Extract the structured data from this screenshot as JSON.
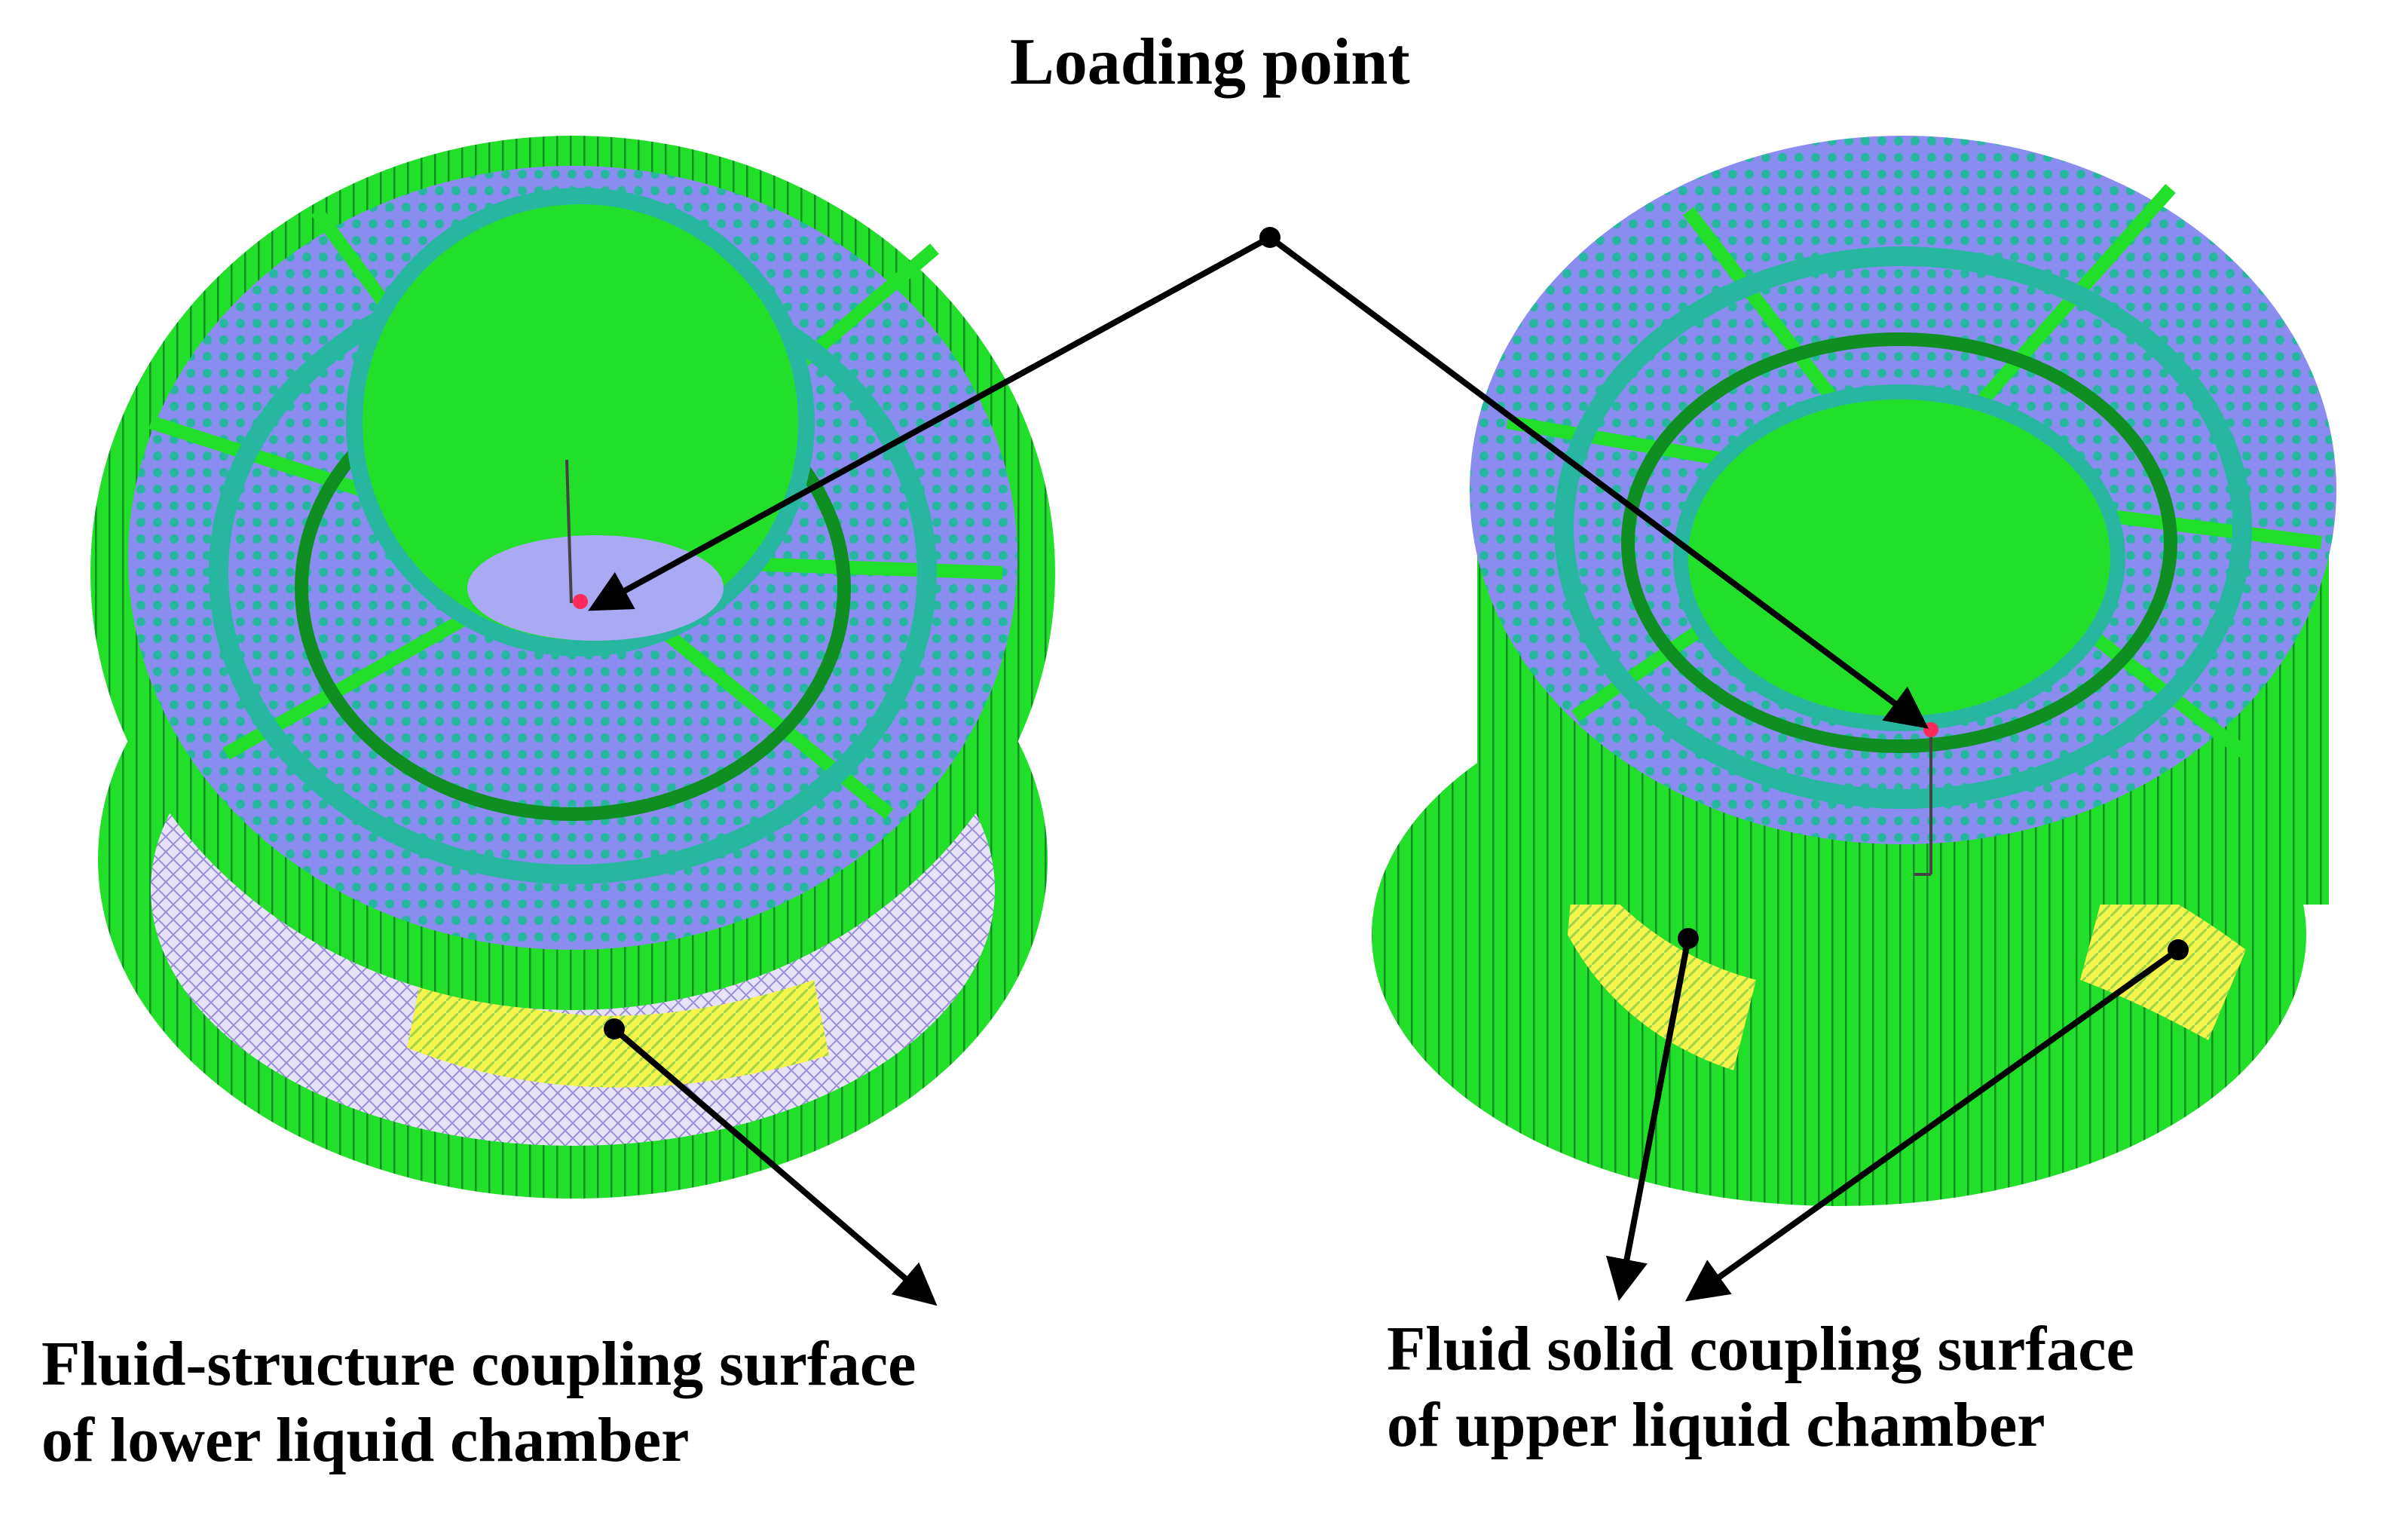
{
  "labels": {
    "loading_point": "Loading point",
    "lower_chamber": {
      "line1": "Fluid-structure coupling surface",
      "line2": "of lower liquid chamber"
    },
    "upper_chamber": {
      "line1": "Fluid solid coupling surface",
      "line2": "of upper liquid chamber"
    }
  },
  "colors": {
    "mesh_green": "#22e02a",
    "mesh_dark_green": "#0f8f22",
    "face_blue": "#8a8cf0",
    "node_teal": "#27b7a0",
    "coupling_yellow": "#f4f44a",
    "coupling_lavender": "#cfc6f0",
    "loading_red": "#ff2a5a",
    "arrow_black": "#000000"
  }
}
